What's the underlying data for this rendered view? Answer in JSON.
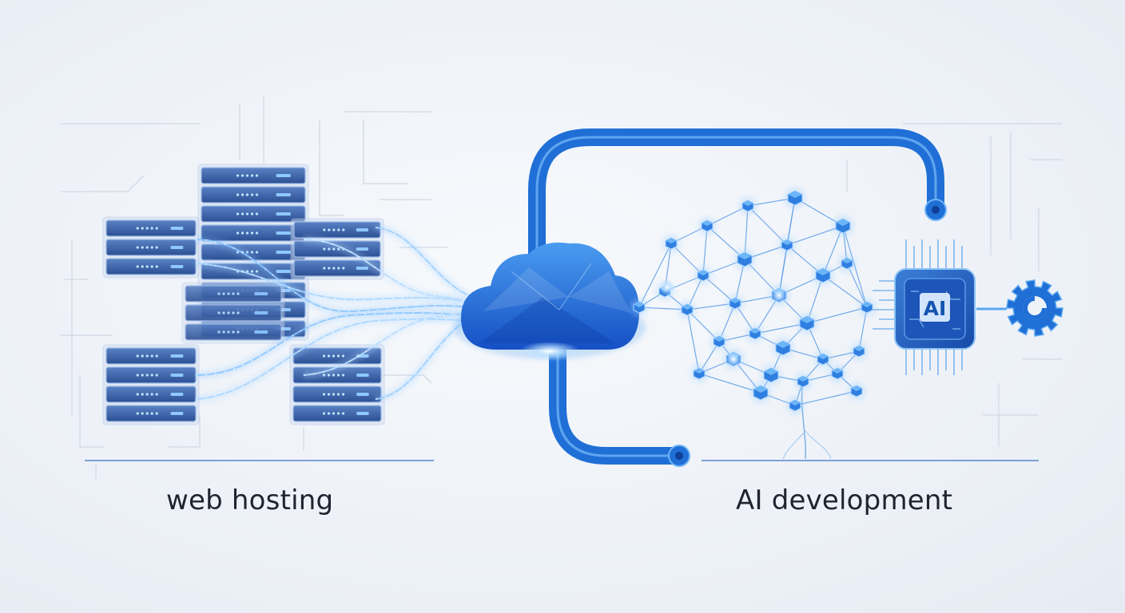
{
  "labels": {
    "left": "web hosting",
    "right": "AI development",
    "chip": "AI"
  },
  "icons": [
    "server-rack-icon",
    "cloud-icon",
    "neural-network-icon",
    "ai-chip-icon",
    "gear-icon"
  ],
  "colors": {
    "accent": "#1f6fd6",
    "accent_dark": "#1553b0",
    "accent_light": "#5aa6f0",
    "glow": "#9fd0ff",
    "server_body": "#3f64a8",
    "text": "#1f2430"
  }
}
